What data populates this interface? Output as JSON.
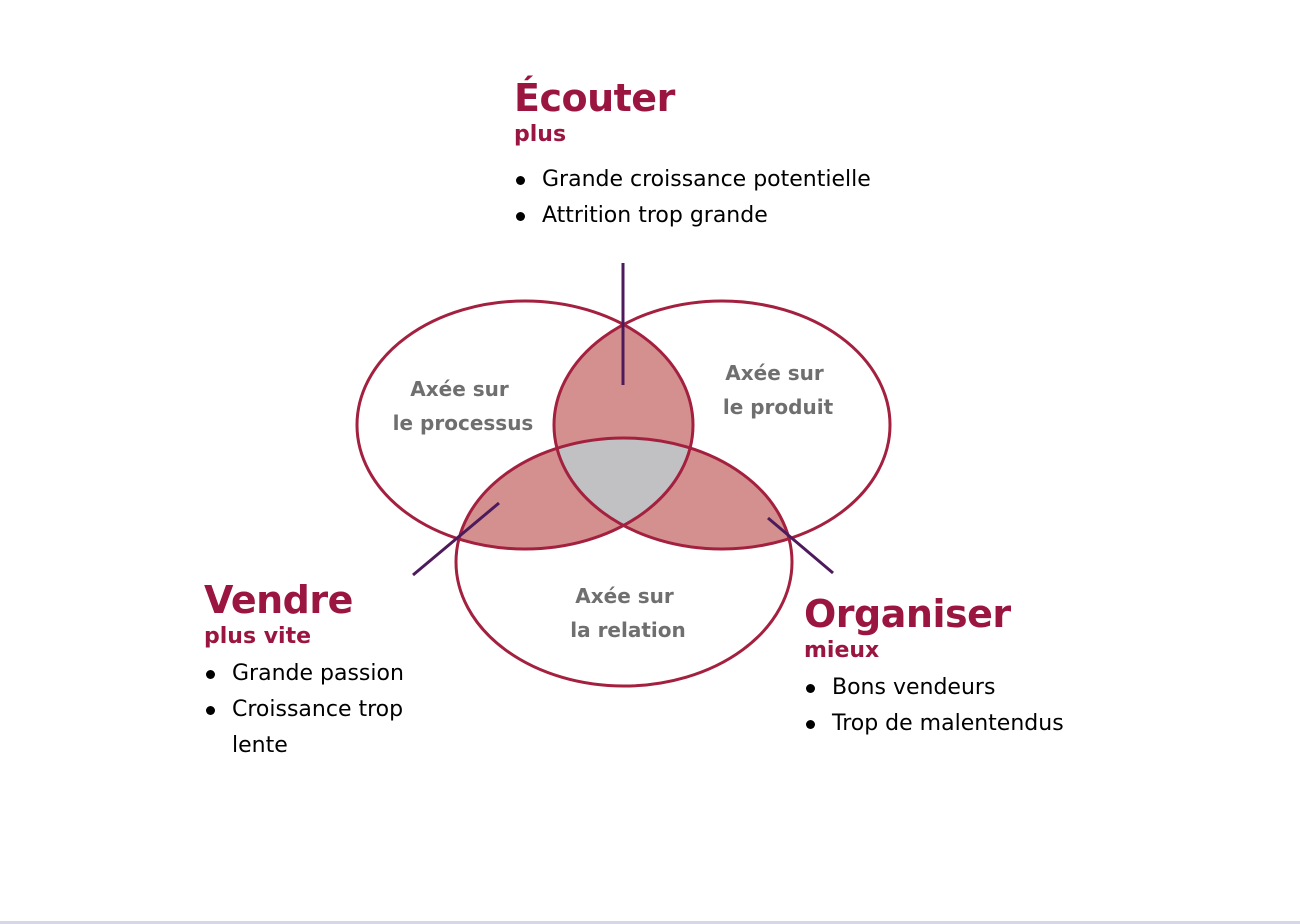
{
  "colors": {
    "accent": "#9a1540",
    "circle_stroke": "#a3203f",
    "overlap_fill": "#d4908e",
    "center_fill": "#c1c0c3",
    "pointer_line": "#4d1a5c",
    "label_gray": "#6f6f6f"
  },
  "top": {
    "title": "Écouter",
    "subtitle": "plus",
    "bullets": [
      "Grande croissance potentielle",
      "Attrition trop grande"
    ]
  },
  "left": {
    "title": "Vendre",
    "subtitle": "plus vite",
    "bullets": [
      "Grande passion",
      "Croissance trop lente"
    ]
  },
  "right": {
    "title": "Organiser",
    "subtitle": "mieux",
    "bullets": [
      "Bons vendeurs",
      "Trop de malentendus"
    ]
  },
  "circles": {
    "process": {
      "line1": "Axée sur",
      "line2": "le processus"
    },
    "product": {
      "line1": "Axée sur",
      "line2": "le produit"
    },
    "relation": {
      "line1": "Axée sur",
      "line2": "la relation"
    }
  }
}
